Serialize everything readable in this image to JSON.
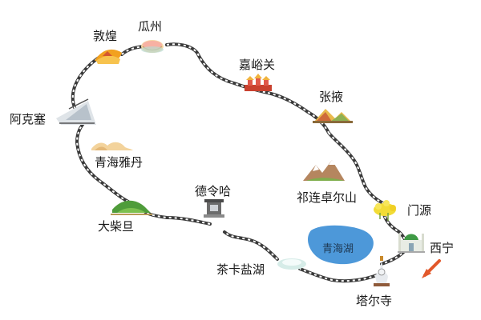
{
  "places": {
    "dunhuang": "敦煌",
    "guazhou": "瓜州",
    "jiayuguan": "嘉峪关",
    "zhangye": "张掖",
    "akesai": "阿克塞",
    "qinghai_yadan": "青海雅丹",
    "delingha": "德令哈",
    "qilian_zhuoershan": "祁连卓尔山",
    "menyuan": "门源",
    "dachaidan": "大柴旦",
    "xining": "西宁",
    "qinghai_lake": "青海湖",
    "chaka_salt_lake": "茶卡盐湖",
    "ta_er_temple": "塔尔寺"
  },
  "colors": {
    "route": "#3a3a3a",
    "route_dash": "#ffffff",
    "lake": "#3e8fd6",
    "arrow": "#e2582b"
  }
}
